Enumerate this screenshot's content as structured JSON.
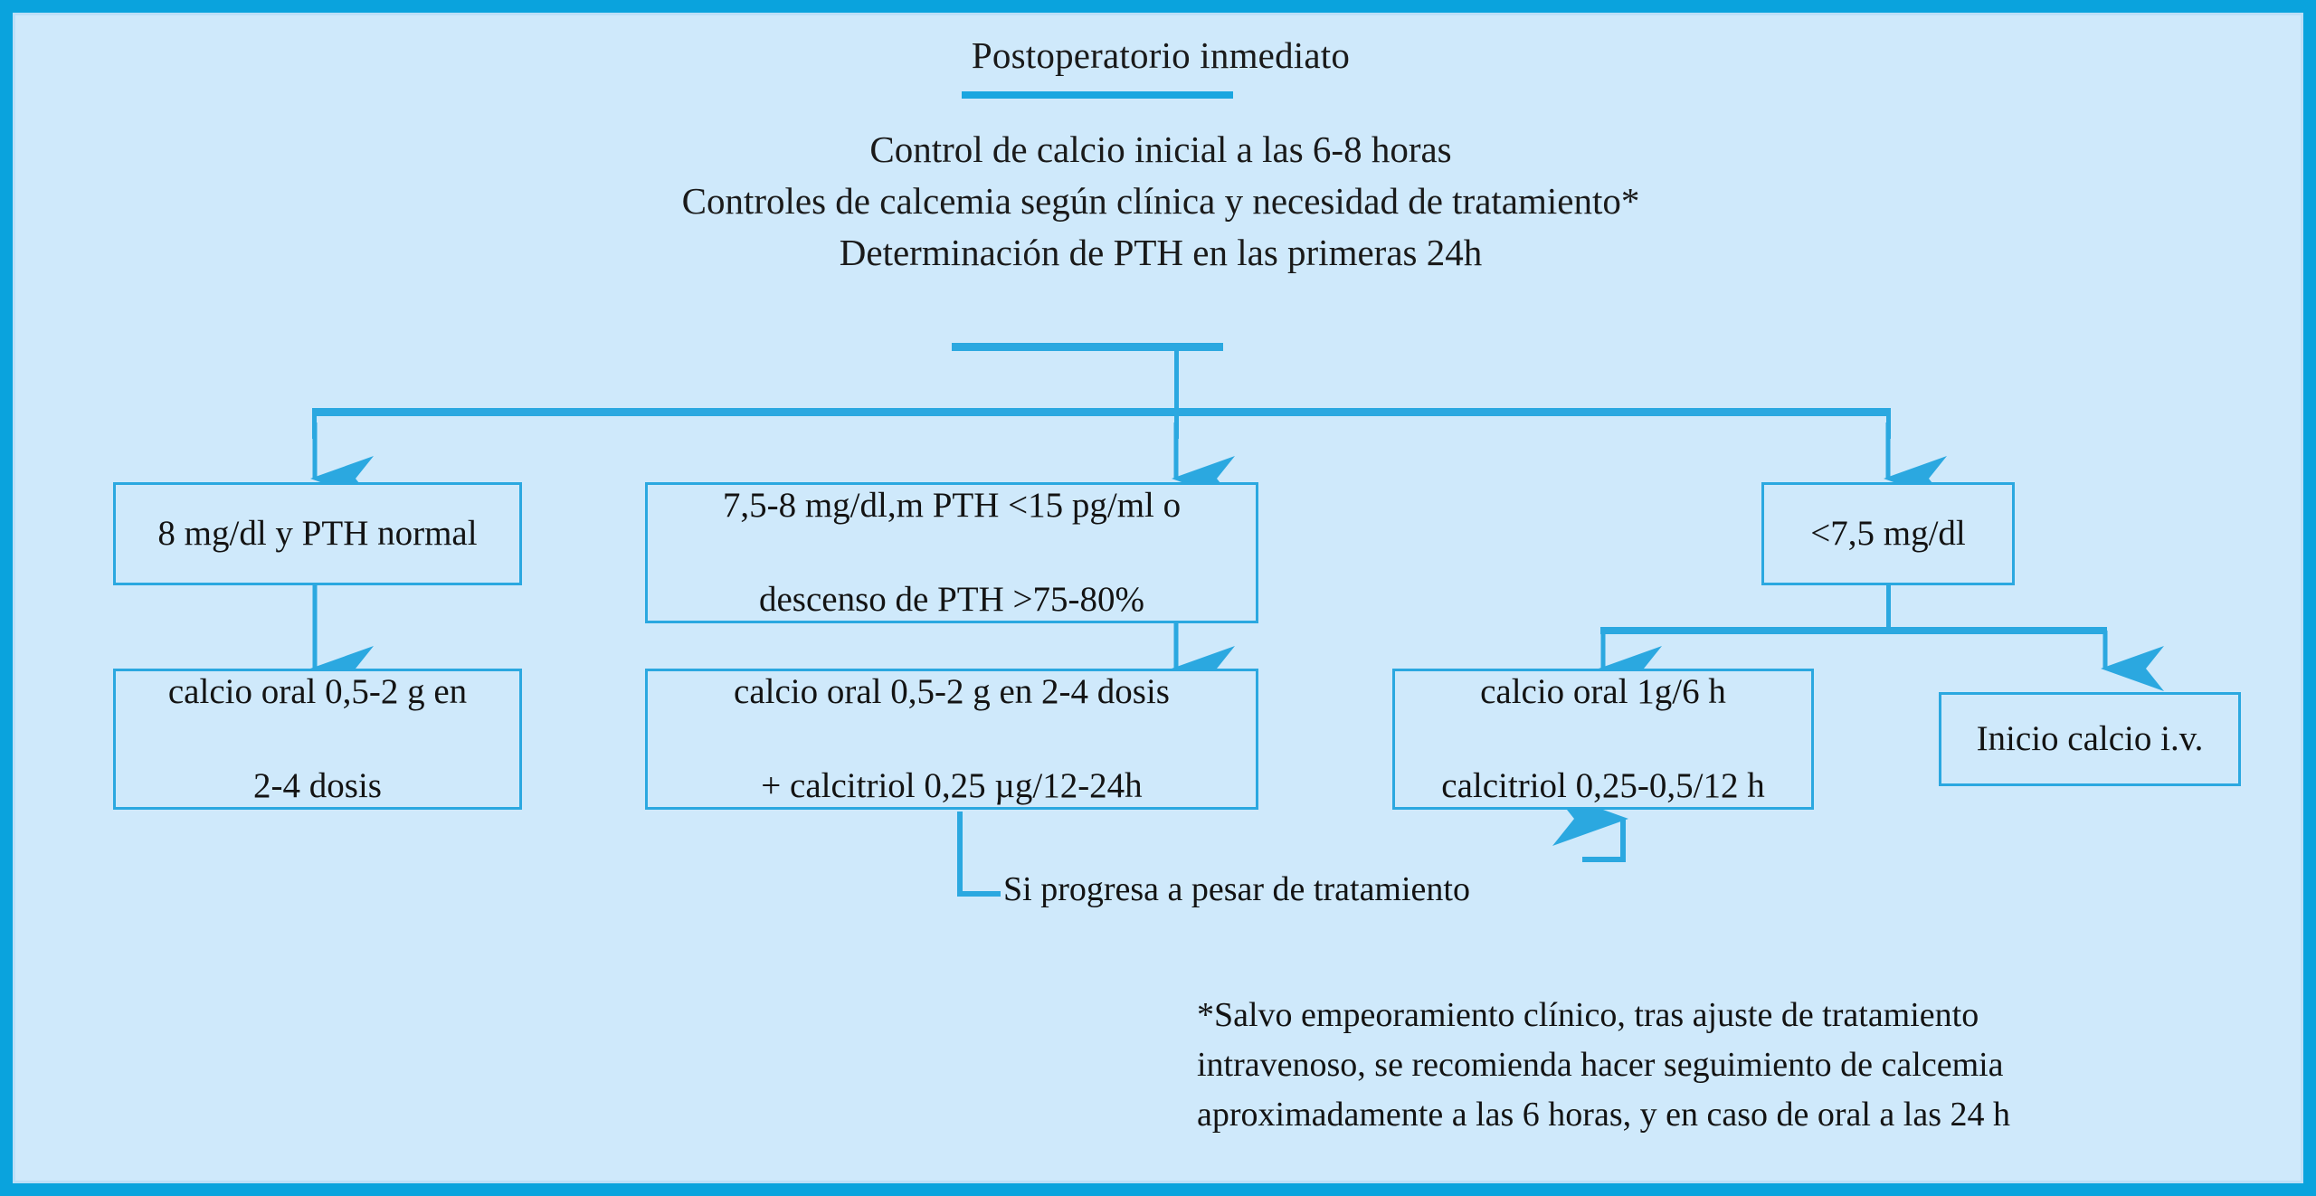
{
  "colors": {
    "frame": "#0aa3dd",
    "canvas": "#cfe9fb",
    "connector": "#2ba8e0",
    "rule": "#1aa6e0",
    "text": "#131313"
  },
  "header": {
    "title": "Postoperatorio inmediato",
    "lines": [
      "Control de calcio inicial a las 6-8 horas",
      "Controles de calcemia según clínica y necesidad de tratamiento*",
      "Determinación de PTH en las primeras 24h"
    ]
  },
  "criteria": [
    {
      "id": "left",
      "text": "8 mg/dl y PTH normal"
    },
    {
      "id": "middle",
      "line1": "7,5-8 mg/dl,m PTH <15 pg/ml o",
      "line2": "descenso de PTH >75-80%"
    },
    {
      "id": "right",
      "text": "<7,5 mg/dl"
    }
  ],
  "treatments": [
    {
      "id": "left",
      "line1": "calcio oral 0,5-2 g en",
      "line2": "2-4 dosis"
    },
    {
      "id": "middle",
      "line1": "calcio oral 0,5-2 g en 2-4 dosis",
      "line2": "+ calcitriol 0,25 µg/12-24h"
    },
    {
      "id": "iv-oral",
      "line1": "calcio oral 1g/6 h",
      "line2": "calcitriol 0,25-0,5/12 h"
    },
    {
      "id": "iv-start",
      "text": "Inicio calcio i.v."
    }
  ],
  "loop": {
    "caption": "Si progresa a pesar de tratamiento"
  },
  "footnote": {
    "lines": [
      "*Salvo empeoramiento clínico, tras ajuste de tratamiento",
      "intravenoso, se recomienda hacer seguimiento de calcemia",
      "aproximadamente a las  6 horas, y en caso de oral a las 24 h"
    ]
  }
}
